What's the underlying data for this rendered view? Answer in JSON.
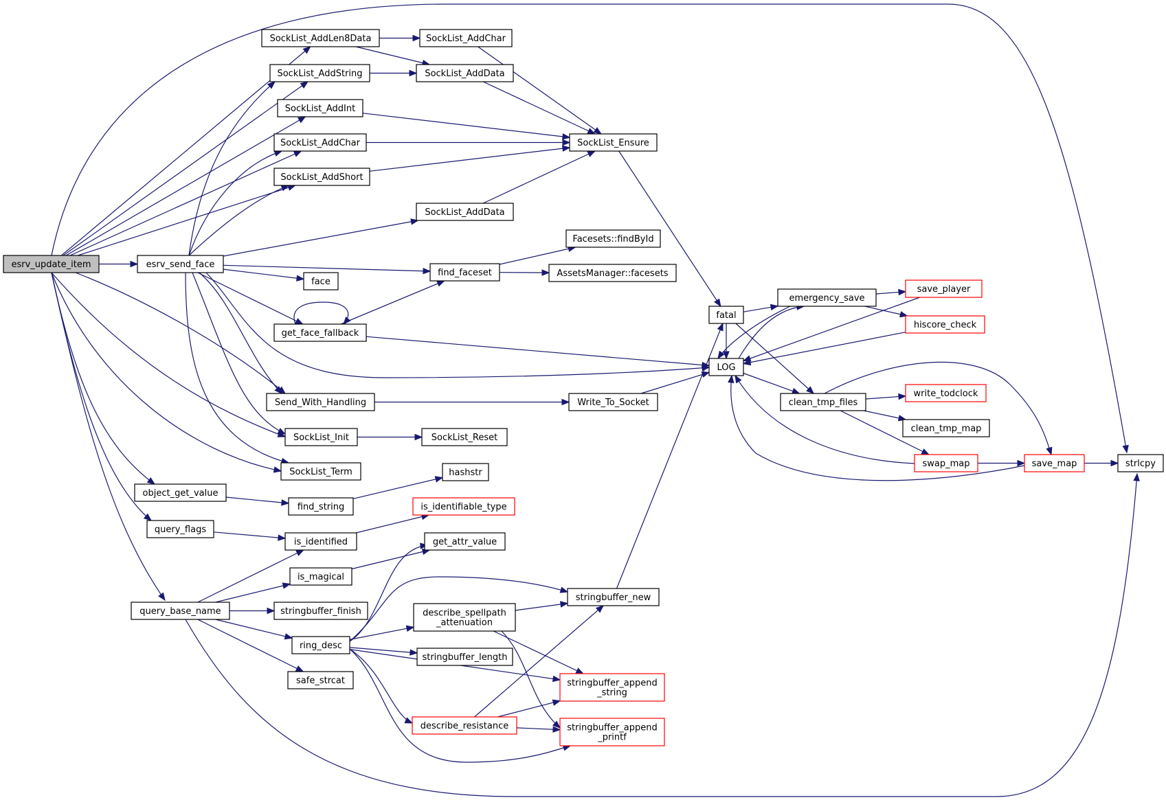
{
  "nodes": {
    "esrv_update_item": {
      "label": [
        "esrv_update_item"
      ],
      "kind": "root"
    },
    "SockList_AddLen8Data": {
      "label": [
        "SockList_AddLen8Data"
      ]
    },
    "SockList_AddString": {
      "label": [
        "SockList_AddString"
      ]
    },
    "SockList_AddInt": {
      "label": [
        "SockList_AddInt"
      ]
    },
    "SockList_AddChar_a": {
      "label": [
        "SockList_AddChar"
      ]
    },
    "SockList_AddShort": {
      "label": [
        "SockList_AddShort"
      ]
    },
    "esrv_send_face": {
      "label": [
        "esrv_send_face"
      ]
    },
    "SockList_AddChar_b": {
      "label": [
        "SockList_AddChar"
      ]
    },
    "SockList_AddData_a": {
      "label": [
        "SockList_AddData"
      ]
    },
    "SockList_AddData_b": {
      "label": [
        "SockList_AddData"
      ]
    },
    "SockList_Ensure": {
      "label": [
        "SockList_Ensure"
      ]
    },
    "Facesets_findById": {
      "label": [
        "Facesets::findById"
      ]
    },
    "find_faceset": {
      "label": [
        "find_faceset"
      ]
    },
    "AssetsManager_facesets": {
      "label": [
        "AssetsManager::facesets"
      ]
    },
    "face": {
      "label": [
        "face"
      ]
    },
    "get_face_fallback": {
      "label": [
        "get_face_fallback"
      ]
    },
    "Send_With_Handling": {
      "label": [
        "Send_With_Handling"
      ]
    },
    "Write_To_Socket": {
      "label": [
        "Write_To_Socket"
      ]
    },
    "SockList_Init": {
      "label": [
        "SockList_Init"
      ]
    },
    "SockList_Reset": {
      "label": [
        "SockList_Reset"
      ]
    },
    "SockList_Term": {
      "label": [
        "SockList_Term"
      ]
    },
    "object_get_value": {
      "label": [
        "object_get_value"
      ]
    },
    "find_string": {
      "label": [
        "find_string"
      ]
    },
    "hashstr": {
      "label": [
        "hashstr"
      ]
    },
    "query_flags": {
      "label": [
        "query_flags"
      ]
    },
    "is_identified": {
      "label": [
        "is_identified"
      ]
    },
    "is_identifiable_type": {
      "label": [
        "is_identifiable_type"
      ],
      "kind": "truncated"
    },
    "get_attr_value": {
      "label": [
        "get_attr_value"
      ]
    },
    "is_magical": {
      "label": [
        "is_magical"
      ]
    },
    "query_base_name": {
      "label": [
        "query_base_name"
      ]
    },
    "stringbuffer_finish": {
      "label": [
        "stringbuffer_finish"
      ]
    },
    "ring_desc": {
      "label": [
        "ring_desc"
      ]
    },
    "safe_strcat": {
      "label": [
        "safe_strcat"
      ]
    },
    "describe_spellpath_attenuation": {
      "label": [
        "describe_spellpath",
        "_attenuation"
      ]
    },
    "stringbuffer_length": {
      "label": [
        "stringbuffer_length"
      ]
    },
    "describe_resistance": {
      "label": [
        "describe_resistance"
      ],
      "kind": "truncated"
    },
    "stringbuffer_new": {
      "label": [
        "stringbuffer_new"
      ]
    },
    "stringbuffer_append_string": {
      "label": [
        "stringbuffer_append",
        "_string"
      ],
      "kind": "truncated"
    },
    "stringbuffer_append_printf": {
      "label": [
        "stringbuffer_append",
        "_printf"
      ],
      "kind": "truncated"
    },
    "fatal": {
      "label": [
        "fatal"
      ]
    },
    "LOG": {
      "label": [
        "LOG"
      ]
    },
    "emergency_save": {
      "label": [
        "emergency_save"
      ]
    },
    "save_player": {
      "label": [
        "save_player"
      ],
      "kind": "truncated"
    },
    "hiscore_check": {
      "label": [
        "hiscore_check"
      ],
      "kind": "truncated"
    },
    "clean_tmp_files": {
      "label": [
        "clean_tmp_files"
      ]
    },
    "write_todclock": {
      "label": [
        "write_todclock"
      ],
      "kind": "truncated"
    },
    "clean_tmp_map": {
      "label": [
        "clean_tmp_map"
      ]
    },
    "swap_map": {
      "label": [
        "swap_map"
      ],
      "kind": "truncated"
    },
    "save_map": {
      "label": [
        "save_map"
      ],
      "kind": "truncated"
    },
    "strlcpy": {
      "label": [
        "strlcpy"
      ]
    }
  },
  "edges": [
    [
      "esrv_update_item",
      "SockList_AddLen8Data"
    ],
    [
      "esrv_update_item",
      "SockList_AddString"
    ],
    [
      "esrv_update_item",
      "SockList_AddInt"
    ],
    [
      "esrv_update_item",
      "SockList_AddChar_a"
    ],
    [
      "esrv_update_item",
      "SockList_AddShort"
    ],
    [
      "esrv_update_item",
      "esrv_send_face"
    ],
    [
      "esrv_update_item",
      "Send_With_Handling"
    ],
    [
      "esrv_update_item",
      "SockList_Init"
    ],
    [
      "esrv_update_item",
      "SockList_Term"
    ],
    [
      "esrv_update_item",
      "object_get_value"
    ],
    [
      "esrv_update_item",
      "query_flags"
    ],
    [
      "esrv_update_item",
      "query_base_name"
    ],
    [
      "esrv_update_item",
      "strlcpy"
    ],
    [
      "SockList_AddLen8Data",
      "SockList_AddChar_b"
    ],
    [
      "SockList_AddLen8Data",
      "SockList_AddData_a"
    ],
    [
      "SockList_AddString",
      "SockList_AddData_a"
    ],
    [
      "SockList_AddChar_b",
      "SockList_Ensure"
    ],
    [
      "SockList_AddData_a",
      "SockList_Ensure"
    ],
    [
      "SockList_AddInt",
      "SockList_Ensure"
    ],
    [
      "SockList_AddChar_a",
      "SockList_Ensure"
    ],
    [
      "SockList_AddShort",
      "SockList_Ensure"
    ],
    [
      "SockList_AddData_b",
      "SockList_Ensure"
    ],
    [
      "esrv_send_face",
      "SockList_AddString"
    ],
    [
      "esrv_send_face",
      "SockList_AddChar_a"
    ],
    [
      "esrv_send_face",
      "SockList_AddShort"
    ],
    [
      "esrv_send_face",
      "SockList_AddData_b"
    ],
    [
      "esrv_send_face",
      "find_faceset"
    ],
    [
      "esrv_send_face",
      "face"
    ],
    [
      "esrv_send_face",
      "get_face_fallback"
    ],
    [
      "esrv_send_face",
      "LOG"
    ],
    [
      "esrv_send_face",
      "Send_With_Handling"
    ],
    [
      "esrv_send_face",
      "SockList_Init"
    ],
    [
      "esrv_send_face",
      "SockList_Term"
    ],
    [
      "find_faceset",
      "Facesets_findById"
    ],
    [
      "find_faceset",
      "AssetsManager_facesets"
    ],
    [
      "get_face_fallback",
      "find_faceset"
    ],
    [
      "get_face_fallback",
      "get_face_fallback"
    ],
    [
      "get_face_fallback",
      "LOG"
    ],
    [
      "SockList_Ensure",
      "fatal"
    ],
    [
      "Send_With_Handling",
      "Write_To_Socket"
    ],
    [
      "Write_To_Socket",
      "LOG"
    ],
    [
      "SockList_Init",
      "SockList_Reset"
    ],
    [
      "object_get_value",
      "find_string"
    ],
    [
      "find_string",
      "hashstr"
    ],
    [
      "query_flags",
      "is_identified"
    ],
    [
      "is_identified",
      "is_identifiable_type"
    ],
    [
      "query_base_name",
      "is_identified"
    ],
    [
      "query_base_name",
      "is_magical"
    ],
    [
      "query_base_name",
      "stringbuffer_finish"
    ],
    [
      "query_base_name",
      "ring_desc"
    ],
    [
      "query_base_name",
      "safe_strcat"
    ],
    [
      "query_base_name",
      "strlcpy"
    ],
    [
      "is_magical",
      "get_attr_value"
    ],
    [
      "ring_desc",
      "get_attr_value"
    ],
    [
      "ring_desc",
      "stringbuffer_new"
    ],
    [
      "ring_desc",
      "describe_spellpath_attenuation"
    ],
    [
      "ring_desc",
      "stringbuffer_length"
    ],
    [
      "ring_desc",
      "stringbuffer_append_string"
    ],
    [
      "ring_desc",
      "describe_resistance"
    ],
    [
      "ring_desc",
      "stringbuffer_append_printf"
    ],
    [
      "describe_spellpath_attenuation",
      "stringbuffer_new"
    ],
    [
      "describe_spellpath_attenuation",
      "stringbuffer_append_string"
    ],
    [
      "describe_spellpath_attenuation",
      "stringbuffer_append_printf"
    ],
    [
      "describe_resistance",
      "stringbuffer_new"
    ],
    [
      "describe_resistance",
      "stringbuffer_append_string"
    ],
    [
      "describe_resistance",
      "stringbuffer_append_printf"
    ],
    [
      "stringbuffer_new",
      "fatal"
    ],
    [
      "fatal",
      "emergency_save"
    ],
    [
      "fatal",
      "clean_tmp_files"
    ],
    [
      "fatal",
      "LOG"
    ],
    [
      "emergency_save",
      "LOG"
    ],
    [
      "emergency_save",
      "save_player"
    ],
    [
      "emergency_save",
      "hiscore_check"
    ],
    [
      "LOG",
      "emergency_save"
    ],
    [
      "LOG",
      "clean_tmp_files"
    ],
    [
      "save_player",
      "LOG"
    ],
    [
      "hiscore_check",
      "LOG"
    ],
    [
      "clean_tmp_files",
      "write_todclock"
    ],
    [
      "clean_tmp_files",
      "clean_tmp_map"
    ],
    [
      "clean_tmp_files",
      "swap_map"
    ],
    [
      "clean_tmp_files",
      "save_map"
    ],
    [
      "swap_map",
      "LOG"
    ],
    [
      "swap_map",
      "save_map"
    ],
    [
      "save_map",
      "LOG"
    ],
    [
      "save_map",
      "strlcpy"
    ]
  ],
  "colors": {
    "edge": "#191970",
    "root_fill": "#bfbfbf",
    "node_border": "#000000",
    "truncated_border": "#ff0000",
    "background": "#ffffff"
  }
}
